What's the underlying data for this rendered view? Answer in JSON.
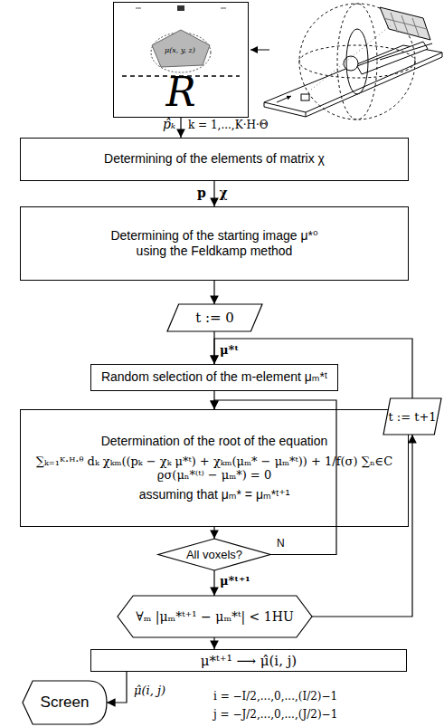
{
  "diagram": {
    "nodes": [
      {
        "text": [
          "R"
        ]
      },
      {
        "text": [
          "Determining of the elements of matrix χ"
        ]
      },
      {
        "text": [
          "Determining of the starting image μ*⁰ using the Feldkamp method"
        ]
      },
      {
        "text": [
          "t := 0"
        ]
      },
      {
        "text": [
          "Random selection of the m-element μₘ*ᵗ"
        ]
      },
      {
        "text": [
          "Determination of the root of the equation",
          "∑ₖ₌₁ᴷ·ᴴ·ᶿ dₖ χₖₘ((pₖ − χₖ μ*ᵗ) + χₖₘ(μₘ* − μₘ*ᵗ)) + 1/f(σ) ∑ₙ∈C ϱσ(μₙ*⁽ᵗ⁾ − μₘ*) = 0",
          "assuming that μₘ* = μₘ*ᵗ⁺¹"
        ]
      },
      {
        "text": [
          "All voxels?"
        ]
      },
      {
        "text": [
          "∀ₘ |μₘ*ᵗ⁺¹ − μₘ*ᵗ| < 1HU"
        ]
      },
      {
        "text": [
          "t := t+1"
        ]
      },
      {
        "text": [
          "μ*ᵗ⁺¹ ⟶ μ̂(i, j)"
        ]
      },
      {
        "text": [
          "Screen"
        ]
      }
    ],
    "edges": [
      {
        "from": 0,
        "to": 1,
        "arrow": "to",
        "label": "p̂ₖ"
      },
      {
        "from": 1,
        "to": 2,
        "arrow": "to",
        "label": "p   χ"
      },
      {
        "from": 2,
        "to": 3,
        "arrow": "to"
      },
      {
        "from": 3,
        "to": 4,
        "arrow": "to",
        "label": "μ*ᵗ"
      },
      {
        "from": 4,
        "to": 5,
        "arrow": "to"
      },
      {
        "from": 5,
        "to": 6,
        "arrow": "to"
      },
      {
        "from": 6,
        "to": 5,
        "arrow": "to",
        "label": "N"
      },
      {
        "from": 6,
        "to": 7,
        "arrow": "to",
        "label": "μ*ᵗ⁺¹"
      },
      {
        "from": 7,
        "to": 8,
        "arrow": "to"
      },
      {
        "from": 8,
        "to": 4,
        "arrow": "to"
      },
      {
        "from": 7,
        "to": 9,
        "arrow": "to"
      },
      {
        "from": 9,
        "to": 10,
        "arrow": "to",
        "label": "μ̂(i, j)"
      }
    ],
    "labels": [
      "μ(x, y, z)",
      "k = 1,...,K·H·Θ",
      "i = −I/2,...,0,...,(I/2)−1",
      "j = −J/2,...,0,...,(J/2)−1"
    ]
  }
}
